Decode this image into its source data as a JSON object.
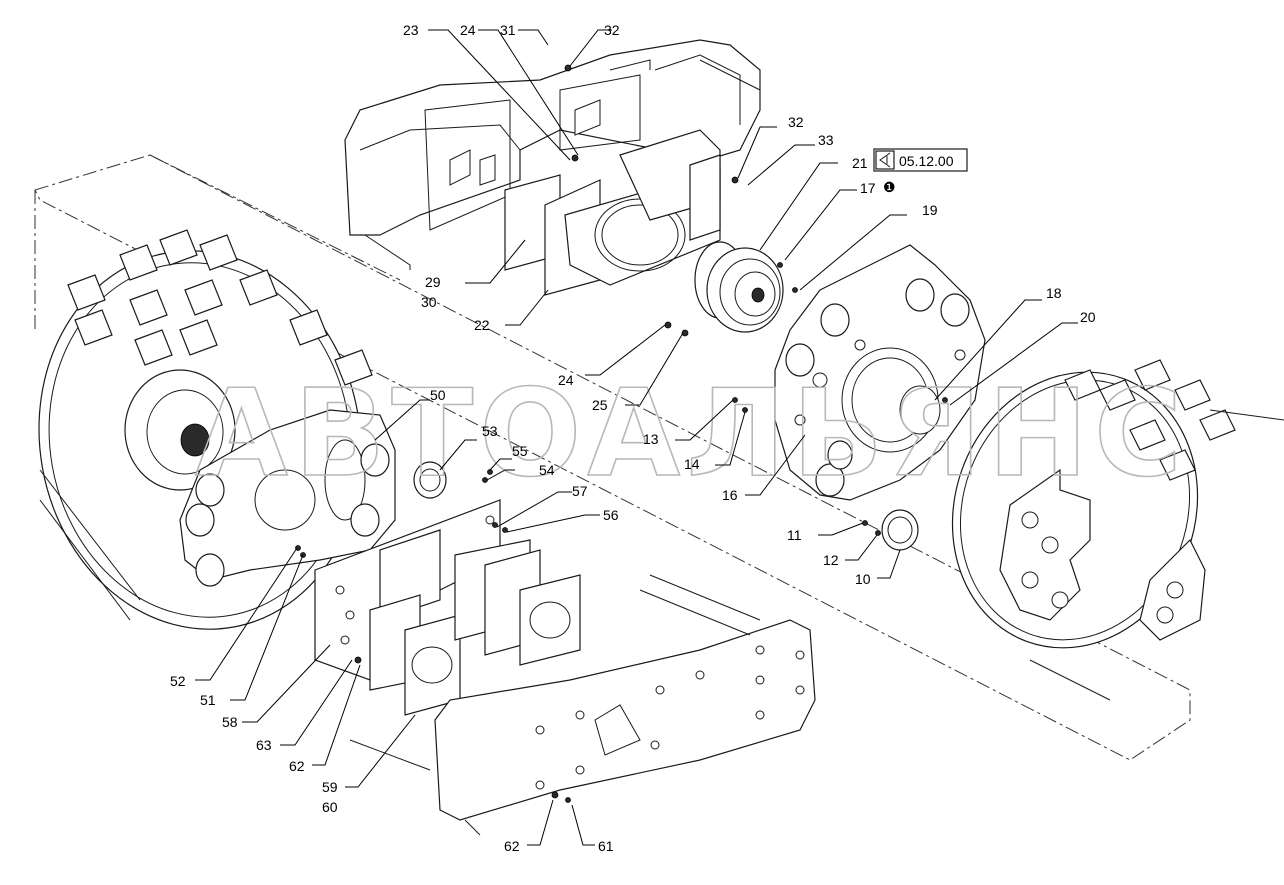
{
  "watermark": "АВТОАЛЬЯНС",
  "reference": {
    "text": "05.12.00",
    "icon": "view-reference-icon"
  },
  "note_marker": "❶",
  "callouts": [
    {
      "id": "c23",
      "label": "23"
    },
    {
      "id": "c24a",
      "label": "24"
    },
    {
      "id": "c31",
      "label": "31"
    },
    {
      "id": "c32a",
      "label": "32"
    },
    {
      "id": "c32b",
      "label": "32"
    },
    {
      "id": "c33",
      "label": "33"
    },
    {
      "id": "c21",
      "label": "21"
    },
    {
      "id": "c17",
      "label": "17"
    },
    {
      "id": "c19",
      "label": "19"
    },
    {
      "id": "c29",
      "label": "29"
    },
    {
      "id": "c30",
      "label": "30"
    },
    {
      "id": "c22",
      "label": "22"
    },
    {
      "id": "c24b",
      "label": "24"
    },
    {
      "id": "c25",
      "label": "25"
    },
    {
      "id": "c18",
      "label": "18"
    },
    {
      "id": "c20",
      "label": "20"
    },
    {
      "id": "c13",
      "label": "13"
    },
    {
      "id": "c14",
      "label": "14"
    },
    {
      "id": "c16",
      "label": "16"
    },
    {
      "id": "c50",
      "label": "50"
    },
    {
      "id": "c53",
      "label": "53"
    },
    {
      "id": "c55",
      "label": "55"
    },
    {
      "id": "c54",
      "label": "54"
    },
    {
      "id": "c57",
      "label": "57"
    },
    {
      "id": "c56",
      "label": "56"
    },
    {
      "id": "c11",
      "label": "11"
    },
    {
      "id": "c12",
      "label": "12"
    },
    {
      "id": "c10",
      "label": "10"
    },
    {
      "id": "c52",
      "label": "52"
    },
    {
      "id": "c51",
      "label": "51"
    },
    {
      "id": "c58",
      "label": "58"
    },
    {
      "id": "c63",
      "label": "63"
    },
    {
      "id": "c62a",
      "label": "62"
    },
    {
      "id": "c59",
      "label": "59"
    },
    {
      "id": "c60",
      "label": "60"
    },
    {
      "id": "c62b",
      "label": "62"
    },
    {
      "id": "c61",
      "label": "61"
    }
  ]
}
